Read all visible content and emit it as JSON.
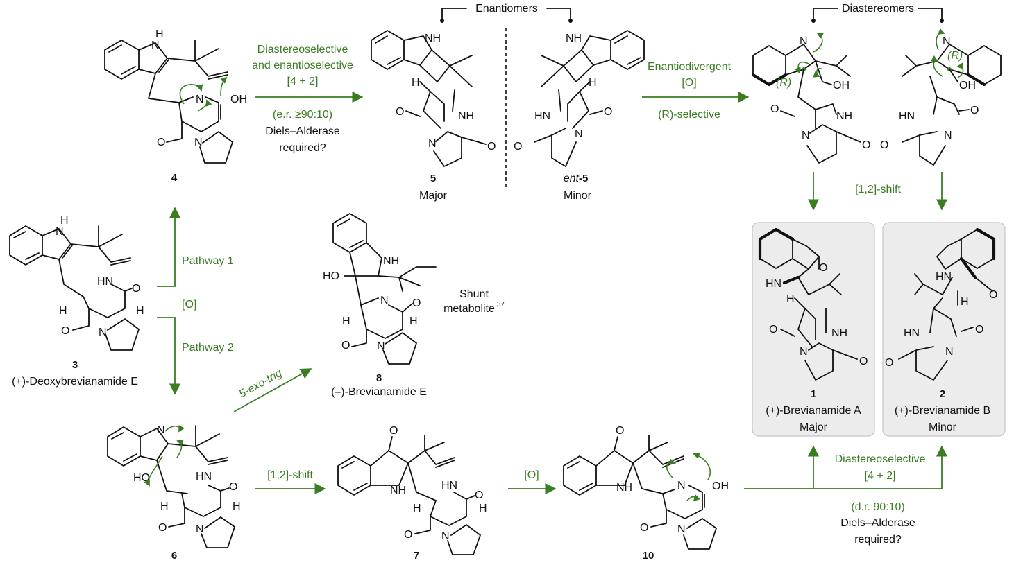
{
  "header": {
    "enantiomers": "Enantiomers",
    "diastereomers": "Diastereomers"
  },
  "compounds": {
    "c4": {
      "num": "4"
    },
    "c5": {
      "num": "5",
      "desc": "Major"
    },
    "cent5": {
      "prefix": "ent",
      "num": "-5",
      "desc": "Minor"
    },
    "c3": {
      "num": "3",
      "name": "(+)-Deoxybrevianamide E"
    },
    "c8": {
      "num": "8",
      "name": "(–)-Brevianamide E"
    },
    "c1": {
      "num": "1",
      "name": "(+)-Brevianamide A",
      "desc": "Major"
    },
    "c2": {
      "num": "2",
      "name": "(+)-Brevianamide B",
      "desc": "Minor"
    },
    "c6": {
      "num": "6"
    },
    "c7": {
      "num": "7"
    },
    "c10": {
      "num": "10"
    }
  },
  "shunt": {
    "line1": "Shunt",
    "line2": "metabolite",
    "ref": "37"
  },
  "reactions": {
    "r4to5": {
      "line1": "Diastereoselective",
      "line2": "and enantioselective",
      "line3": "[4 + 2]",
      "line4": "(e.r. ≥90:10)",
      "line5": "Diels–Alderase",
      "line6": "required?"
    },
    "r5toR": {
      "line1": "Enantiodivergent",
      "line2": "[O]",
      "line3": "(R)-selective"
    },
    "shift12_top": "[1,2]-shift",
    "pathway1": "Pathway 1",
    "oxidation_mid": "[O]",
    "pathway2": "Pathway 2",
    "exotrig": "5-exo-trig",
    "shift12_bottom": "[1,2]-shift",
    "oxidation_bottom": "[O]",
    "r10to12": {
      "line1": "Diastereoselective",
      "line2": "[4 + 2]",
      "line3": "(d.r.  90:10)",
      "line4": "Diels–Alderase",
      "line5": "required?"
    }
  },
  "atom_labels": {
    "NH": "NH",
    "HN": "HN",
    "N": "N",
    "H": "H",
    "O": "O",
    "OH": "OH",
    "HO": "HO",
    "R": "(R)"
  },
  "colors": {
    "green": "#3a7d23",
    "ink": "#111111",
    "box_fill": "#ececec",
    "box_border": "#c4c4c4"
  }
}
